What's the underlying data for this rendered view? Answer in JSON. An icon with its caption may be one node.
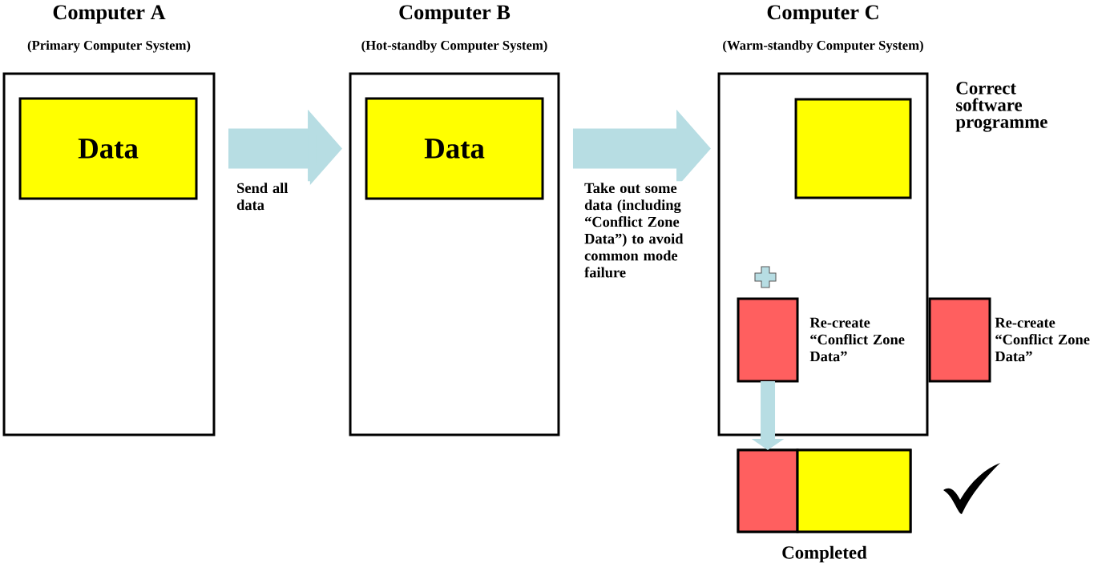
{
  "diagram": {
    "nodes": [
      {
        "text": [
          "Computer A",
          "(Primary Computer System)"
        ]
      },
      {
        "text": [
          "Data"
        ],
        "in": 0
      },
      {
        "text": [
          "Computer B",
          "(Hot-standby Computer System)"
        ]
      },
      {
        "text": [
          "Data"
        ],
        "in": 2
      },
      {
        "text": [
          "Computer C",
          "(Warm-standby Computer System)"
        ]
      },
      {
        "text": [],
        "shape": "box",
        "in": 4
      },
      {
        "text": [],
        "shape": "box",
        "in": 4,
        "beside": [
          "Re-create “Conflict Zone Data”"
        ]
      },
      {
        "text": [],
        "shape": "box",
        "beside": [
          "Re-create “Conflict Zone Data”"
        ]
      },
      {
        "text": [
          "Completed"
        ]
      },
      {
        "text": [],
        "shape": "box",
        "in": 8
      },
      {
        "text": [],
        "shape": "box",
        "in": 8
      }
    ],
    "edges": [
      {
        "from": 0,
        "to": 2,
        "arrow": "to",
        "label": "Send all data"
      },
      {
        "from": 2,
        "to": 4,
        "arrow": "to",
        "label": "Take out some data (including “Conflict Zone Data”) to avoid common mode failure"
      },
      {
        "from": 6,
        "to": 8,
        "arrow": "to"
      }
    ],
    "labels": [
      "Correct software programme"
    ]
  }
}
